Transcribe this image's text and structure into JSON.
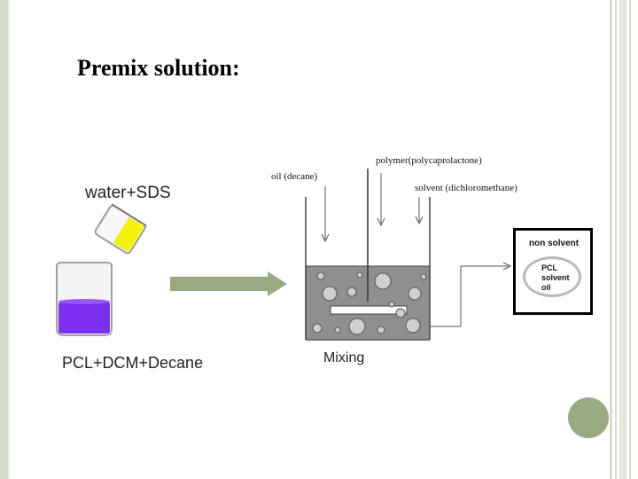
{
  "slide": {
    "title": "Premix solution:"
  },
  "left_diagram": {
    "pour_label": "water+SDS",
    "beaker_label": "PCL+DCM+Decane"
  },
  "mixing_diagram": {
    "oil_label": "oil (decane)",
    "polymer_label": "polymer(polycaprolactone)",
    "solvent_label": "solvent (dichloromethane)",
    "caption": "Mixing"
  },
  "inset": {
    "non_solvent_label": "non solvent",
    "pcl_label": "PCL",
    "solvent_label": "solvent",
    "oil_label": "oil"
  },
  "colors": {
    "border_green": "#d4dccb",
    "arrow_green": "#9aaa80",
    "purple_liquid": "#7b2ff0",
    "yellow_liquid": "#f2f20a"
  }
}
